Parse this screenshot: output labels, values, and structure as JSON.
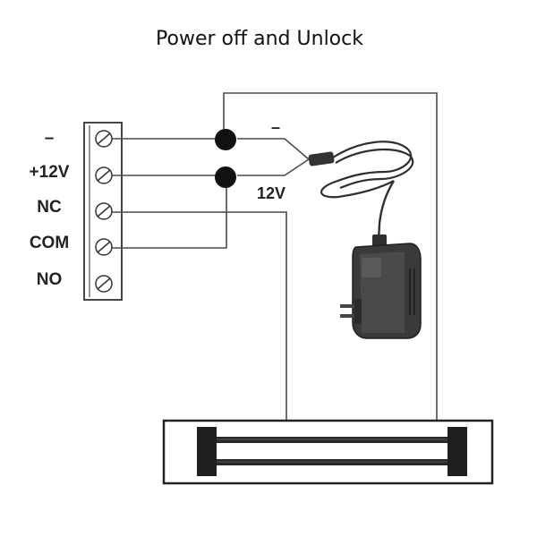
{
  "title": "Power off and Unlock",
  "terminal_block": {
    "terminals": [
      {
        "label": "–"
      },
      {
        "label": "+12V"
      },
      {
        "label": "NC"
      },
      {
        "label": "COM"
      },
      {
        "label": "NO"
      }
    ]
  },
  "power_supply": {
    "minus_label": "–",
    "voltage_label": "12V"
  },
  "colors": {
    "wire": "#4a4a4a",
    "junction": "#111111",
    "adapter_body": "#3a3a3a",
    "lock_frame": "#222222"
  },
  "icons": [
    "terminal-screw-icon",
    "power-adapter-icon",
    "magnetic-lock-icon"
  ]
}
